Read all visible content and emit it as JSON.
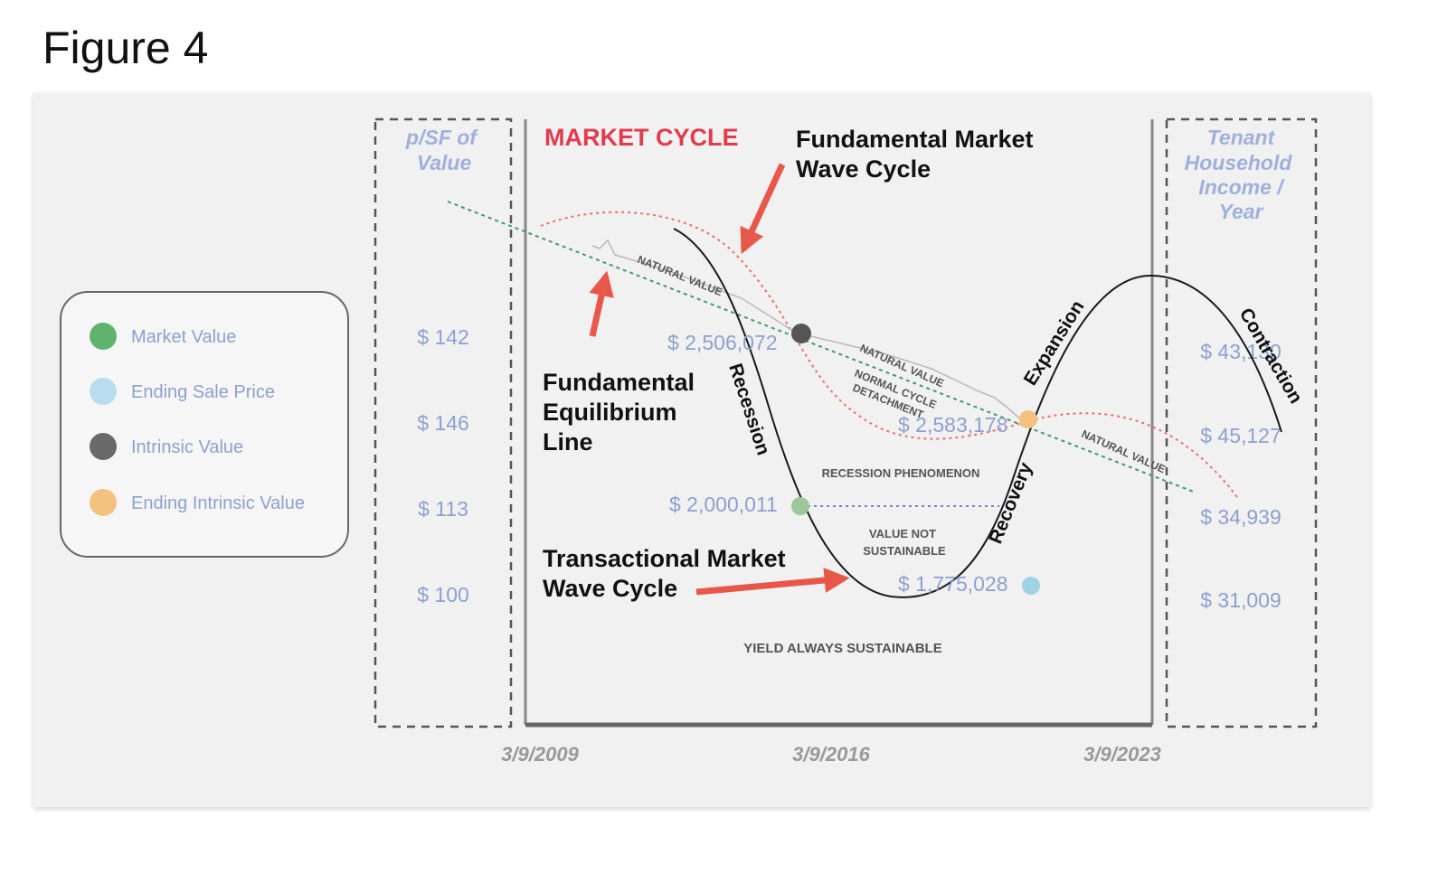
{
  "figure_title": "Figure 4",
  "legend": {
    "items": [
      {
        "label": "Market Value",
        "color": "#5fb36e"
      },
      {
        "label": "Ending Sale Price",
        "color": "#b9dcf0"
      },
      {
        "label": "Intrinsic Value",
        "color": "#6a6a6a"
      },
      {
        "label": "Ending Intrinsic Value",
        "color": "#f3c27f"
      }
    ]
  },
  "left_axis": {
    "header_line1": "p/SF of",
    "header_line2": "Value",
    "values": [
      "$ 142",
      "$ 146",
      "$ 113",
      "$ 100"
    ]
  },
  "right_axis": {
    "header_lines": [
      "Tenant",
      "Household",
      "Income /",
      "Year"
    ],
    "values": [
      "$ 43,130",
      "$ 45,127",
      "$ 34,939",
      "$ 31,009"
    ]
  },
  "main": {
    "title": "MARKET CYCLE",
    "fundamental_wave_line1": "Fundamental Market",
    "fundamental_wave_line2": "Wave Cycle",
    "equilibrium_line1": "Fundamental",
    "equilibrium_line2": "Equilibrium",
    "equilibrium_line3": "Line",
    "transactional_line1": "Transactional Market",
    "transactional_line2": "Wave Cycle",
    "phases": {
      "recession": "Recession",
      "recovery": "Recovery",
      "expansion": "Expansion",
      "contraction": "Contraction"
    },
    "natural_value_labels": [
      "NATURAL VALUE",
      "NATURAL VALUE",
      "NATURAL VALUE"
    ],
    "normal_cycle_line1": "NORMAL CYCLE",
    "normal_cycle_line2": "DETACHMENT",
    "recession_phenomenon": "RECESSION PHENOMENON",
    "value_not_line1": "VALUE NOT",
    "value_not_line2": "SUSTAINABLE",
    "yield_always": "YIELD ALWAYS SUSTAINABLE",
    "points": {
      "intrinsic": "$ 2,506,072",
      "ending_intrinsic": "$ 2,583,178",
      "market": "$ 2,000,011",
      "ending_sale": "$ 1,775,028"
    },
    "x_labels": [
      "3/9/2009",
      "3/9/2016",
      "3/9/2023"
    ]
  },
  "colors": {
    "accent_red": "#e8584a",
    "axis_blue": "#8da0cf",
    "dark": "#111111"
  }
}
